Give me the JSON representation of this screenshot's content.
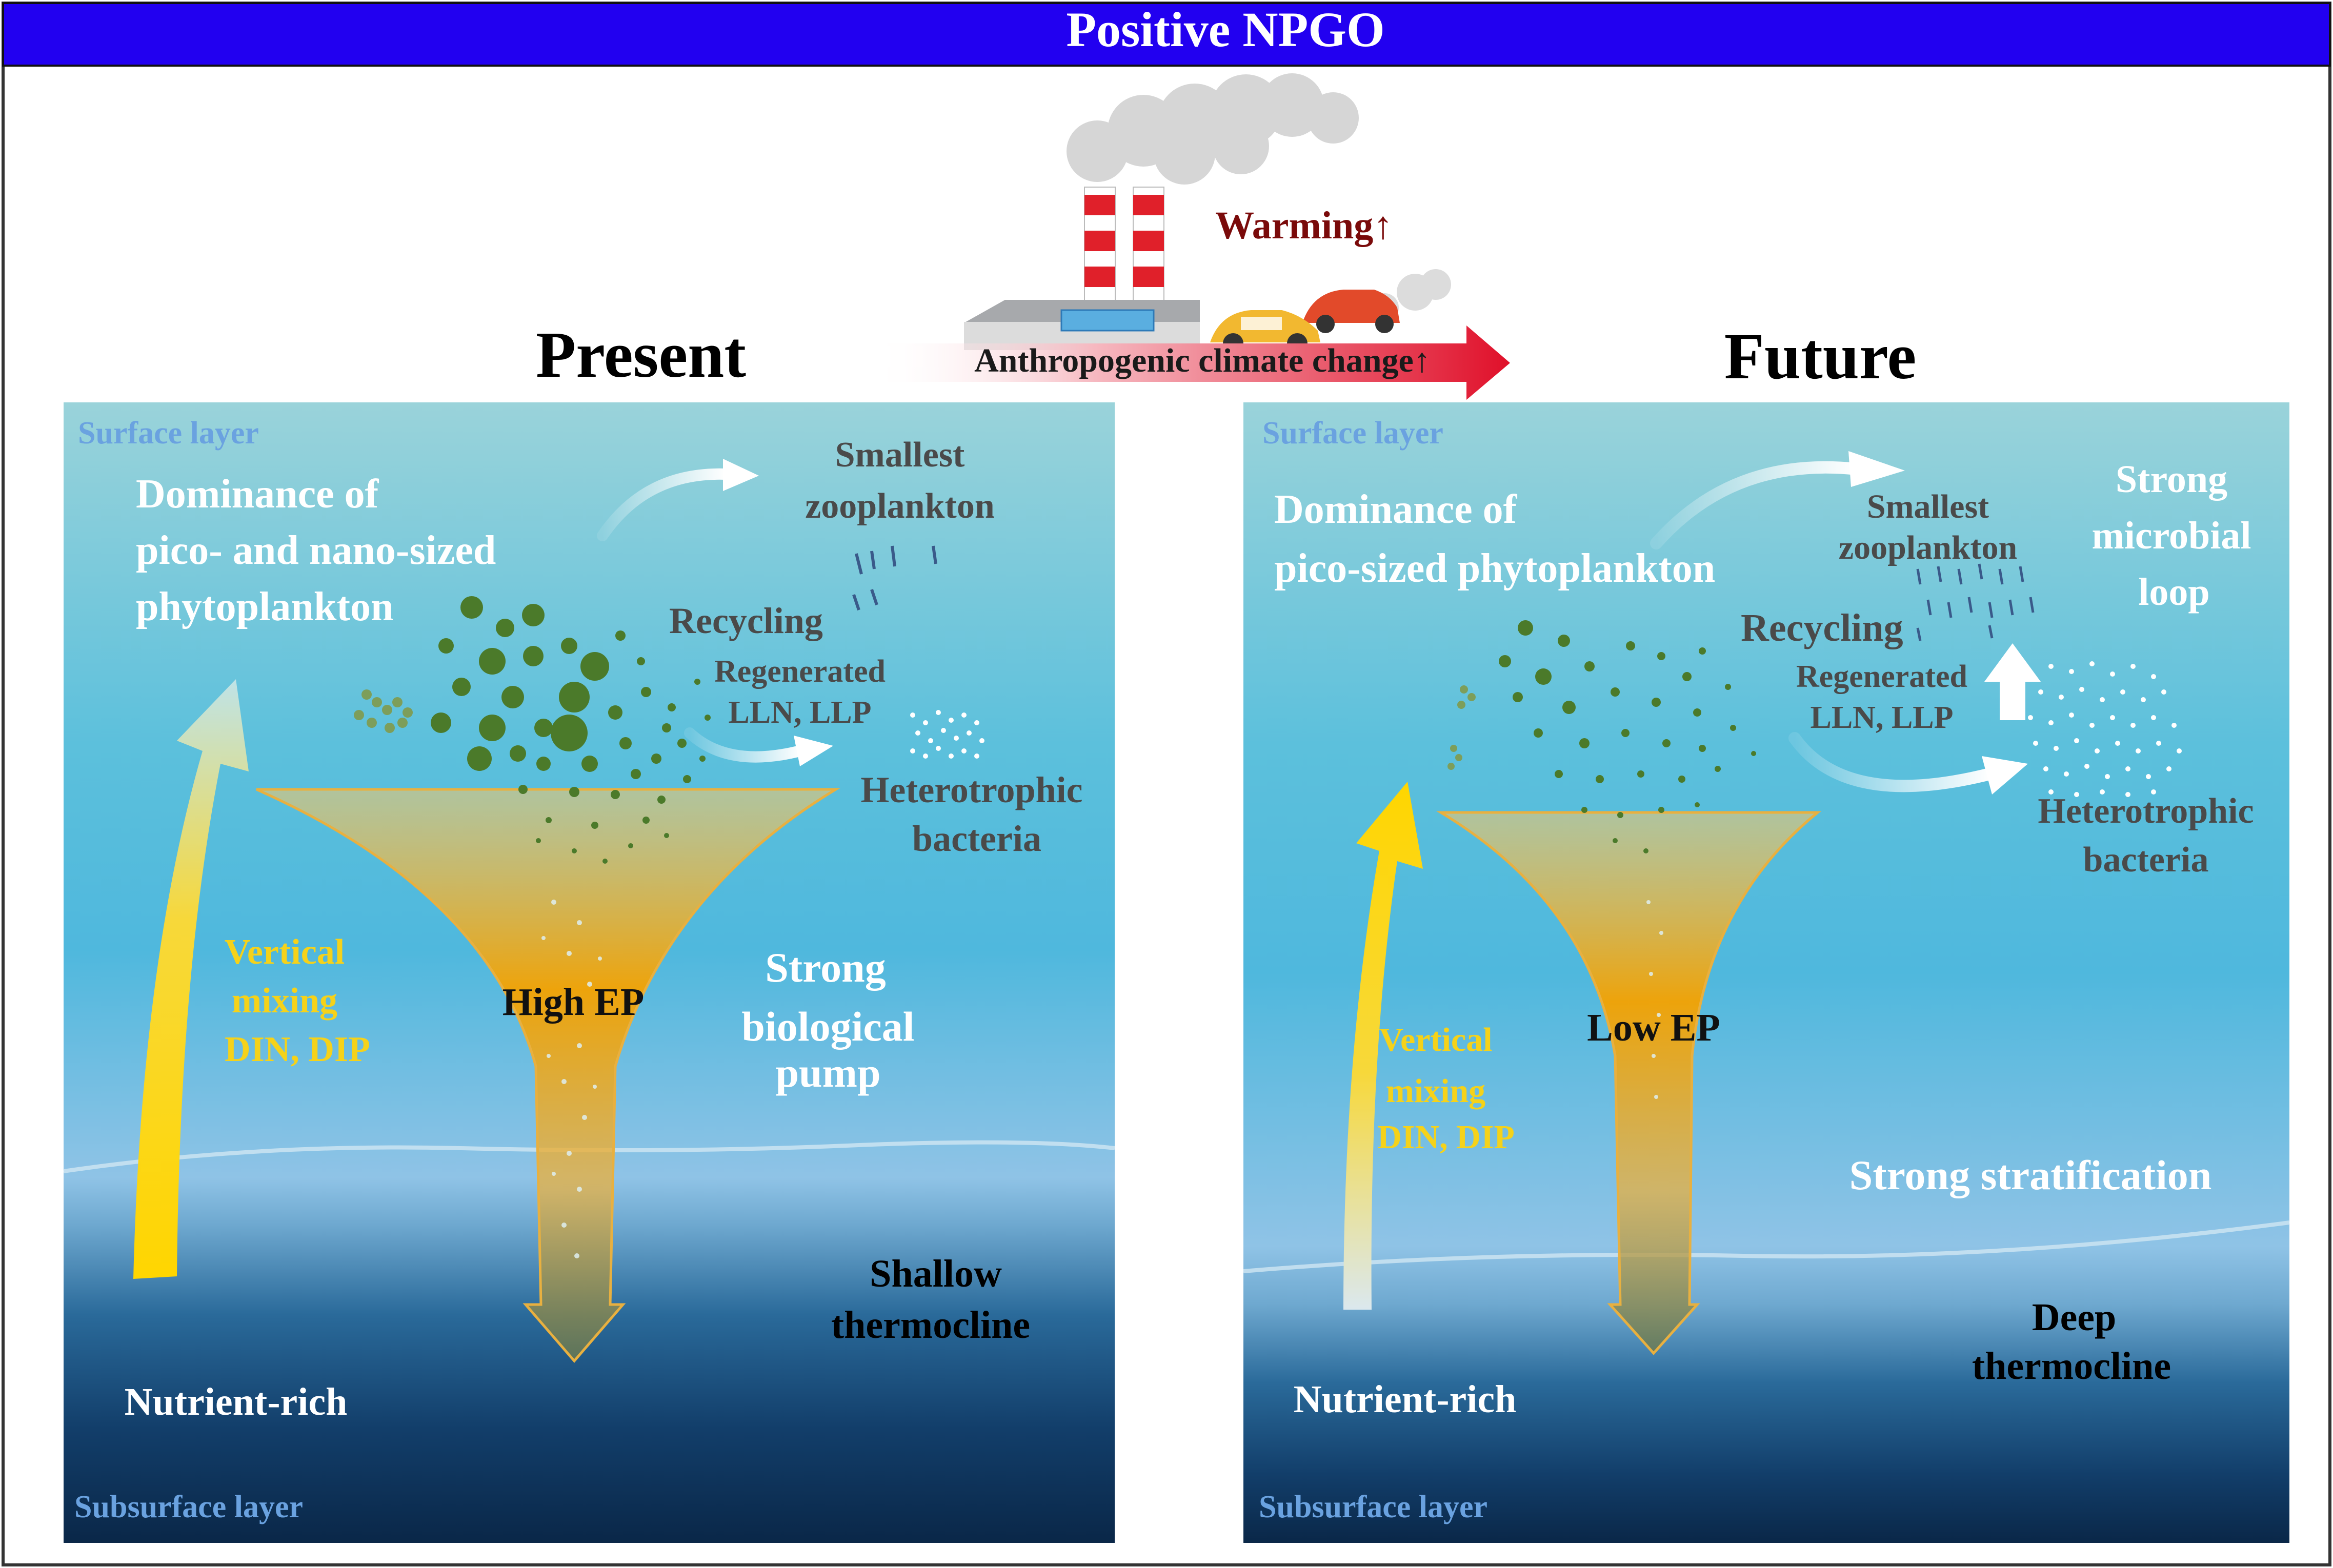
{
  "header": {
    "title": "Positive NPGO"
  },
  "top": {
    "warming": "Warming↑",
    "climate_change": "Anthropogenic climate change↑"
  },
  "present": {
    "heading": "Present",
    "surface_layer": "Surface layer",
    "subsurface_layer": "Subsurface layer",
    "dominance": [
      "Dominance of",
      "pico- and nano-sized",
      "phytoplankton"
    ],
    "zooplankton": [
      "Smallest",
      "zooplankton"
    ],
    "recycling": "Recycling",
    "regenerated": [
      "Regenerated",
      "LLN, LLP"
    ],
    "bacteria": [
      "Heterotrophic",
      "bacteria"
    ],
    "mixing": [
      "Vertical",
      "mixing",
      "DIN, DIP"
    ],
    "ep": "High EP",
    "pump": [
      "Strong",
      "biological",
      "pump"
    ],
    "thermocline": [
      "Shallow",
      "thermocline"
    ],
    "nutrient": "Nutrient-rich"
  },
  "future": {
    "heading": "Future",
    "surface_layer": "Surface layer",
    "subsurface_layer": "Subsurface layer",
    "dominance": [
      "Dominance of",
      "pico-sized phytoplankton"
    ],
    "zooplankton": [
      "Smallest",
      "zooplankton"
    ],
    "microbial": [
      "Strong",
      "microbial",
      "loop"
    ],
    "recycling": "Recycling",
    "regenerated": [
      "Regenerated",
      "LLN, LLP"
    ],
    "bacteria": [
      "Heterotrophic",
      "bacteria"
    ],
    "mixing": [
      "Vertical",
      "mixing",
      "DIN, DIP"
    ],
    "ep": "Low EP",
    "stratification": "Strong stratification",
    "thermocline": [
      "Deep",
      "thermocline"
    ],
    "nutrient": "Nutrient-rich"
  },
  "colors": {
    "header_bg": "#2200f0",
    "warming_text": "#7a0a0a",
    "mixing_text": "#f5d21a",
    "label_blue": "#6aa2e0",
    "dark_text": "#4a4a4a",
    "funnel_orange": "#f5a200"
  }
}
